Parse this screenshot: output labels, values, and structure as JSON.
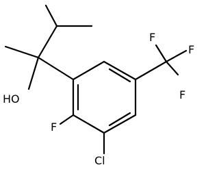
{
  "molecule": {
    "atom_labels": {
      "hydroxyl": "HO",
      "fluoro": "F",
      "chloro": "Cl",
      "cf3_f_top": "F",
      "cf3_f_right": "F",
      "cf3_f_bottom": "F"
    }
  }
}
